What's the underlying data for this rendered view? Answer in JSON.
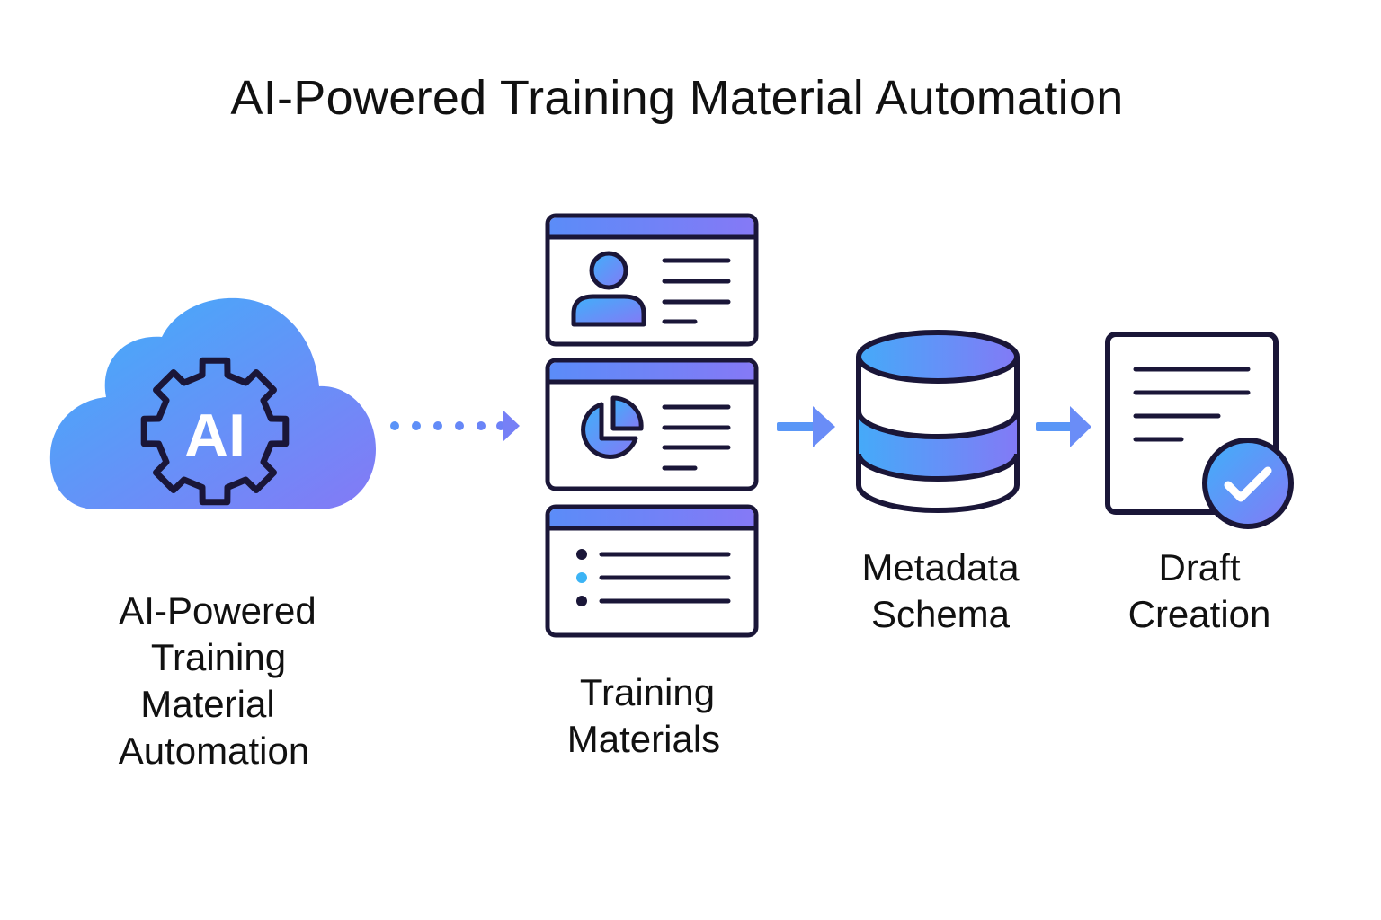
{
  "title": "AI-Powered Training Material Automation",
  "colors": {
    "gradient_start": "#45aef9",
    "gradient_end": "#7d7bf6",
    "outline": "#1a1638",
    "arrow": "#5a97f7",
    "bullet_highlight": "#3cb4f5",
    "background": "#ffffff"
  },
  "nodes": [
    {
      "id": "ai-cloud",
      "icon": "cloud-gear-icon",
      "icon_text": "AI",
      "label_lines": [
        "AI-Powered",
        "Training",
        "Material",
        "Automation"
      ]
    },
    {
      "id": "training-materials",
      "icon": "stacked-cards-icon",
      "cards": [
        "profile-card-icon",
        "chart-card-icon",
        "list-card-icon"
      ],
      "label_lines": [
        "Training",
        "Materials"
      ]
    },
    {
      "id": "metadata-schema",
      "icon": "database-icon",
      "label_lines": [
        "Metadata",
        "Schema"
      ]
    },
    {
      "id": "draft-creation",
      "icon": "document-check-icon",
      "label_lines": [
        "Draft",
        "Creation"
      ]
    }
  ],
  "edges": [
    {
      "from": "ai-cloud",
      "to": "training-materials",
      "style": "dotted"
    },
    {
      "from": "training-materials",
      "to": "metadata-schema",
      "style": "solid"
    },
    {
      "from": "metadata-schema",
      "to": "draft-creation",
      "style": "solid"
    }
  ]
}
